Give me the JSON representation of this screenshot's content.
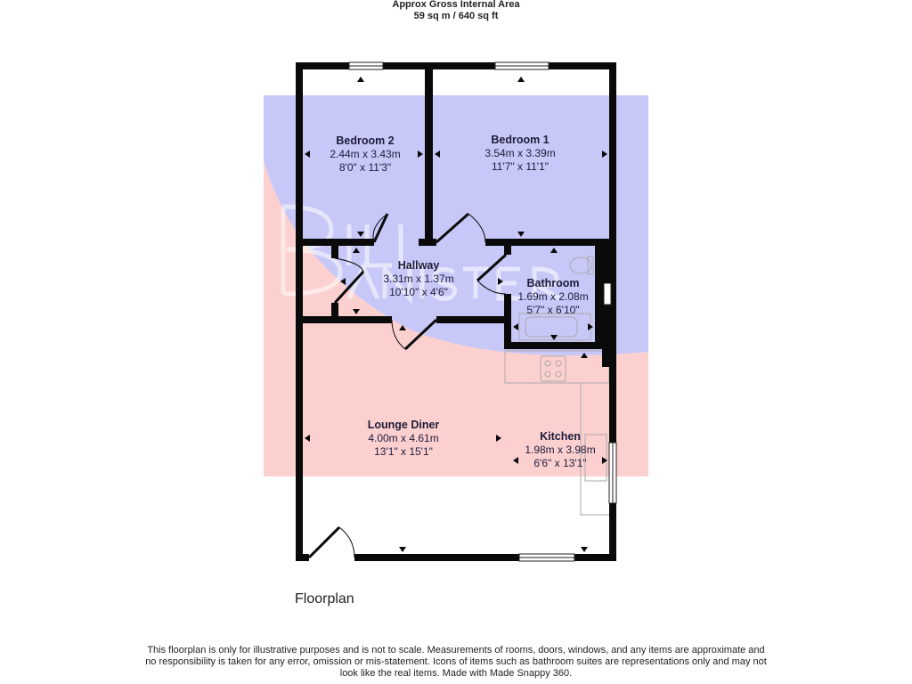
{
  "header": {
    "line1": "Approx Gross Internal Area",
    "line2": "59 sq m / 640 sq ft"
  },
  "watermark": {
    "text": "BILL BANISTER",
    "colors": {
      "blue": "#c8c8f8",
      "pink": "#fdd0d0"
    }
  },
  "rooms": [
    {
      "name": "Bedroom 2",
      "metric": "2.44m x 3.43m",
      "imperial": "8'0\" x 11'3\""
    },
    {
      "name": "Bedroom 1",
      "metric": "3.54m x 3.39m",
      "imperial": "11'7\" x 11'1\""
    },
    {
      "name": "Hallway",
      "metric": "3.31m x 1.37m",
      "imperial": "10'10\" x 4'6\""
    },
    {
      "name": "Bathroom",
      "metric": "1.69m x 2.08m",
      "imperial": "5'7\" x 6'10\""
    },
    {
      "name": "Lounge Diner",
      "metric": "4.00m x 4.61m",
      "imperial": "13'1\" x 15'1\""
    },
    {
      "name": "Kitchen",
      "metric": "1.98m x 3.98m",
      "imperial": "6'6\" x 13'1\""
    }
  ],
  "floor_label": "Floorplan",
  "disclaimer": "This floorplan is only for illustrative purposes and is not to scale. Measurements of rooms, doors, windows, and any items are approximate and no responsibility is taken for any error, omission or mis-statement. Icons of items such as bathroom suites are representations only and may not look like the real items. Made with Made Snappy 360."
}
